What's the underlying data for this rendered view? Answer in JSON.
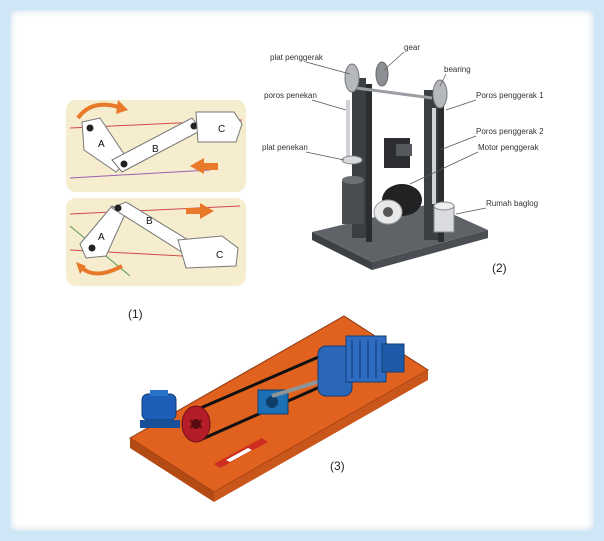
{
  "figure": {
    "panel1": {
      "caption": "(1)",
      "link_labels": {
        "a": "A",
        "b": "B",
        "c": "C"
      }
    },
    "panel2": {
      "caption": "(2)",
      "labels": {
        "plat_penggerak": "plat penggerak",
        "gear": "gear",
        "bearing": "bearing",
        "poros_penekan": "poros penekan",
        "poros_penggerak_1": "Poros penggerak 1",
        "poros_penggerak_2": "Poros penggerak 2",
        "plat_penekan": "plat penekan",
        "motor_penggerak": "Motor penggerak",
        "rumah_baglog": "Rumah baglog"
      }
    },
    "panel3": {
      "caption": "(3)"
    },
    "colors": {
      "frame": "#cfe6f6",
      "panel1_bg": "#f6edcf",
      "arrow_orange": "#e8792a",
      "base_orange": "#e1621f",
      "motor_blue": "#1d5fb8",
      "pulley_red": "#b31d2a",
      "label_text": "#333333"
    }
  }
}
